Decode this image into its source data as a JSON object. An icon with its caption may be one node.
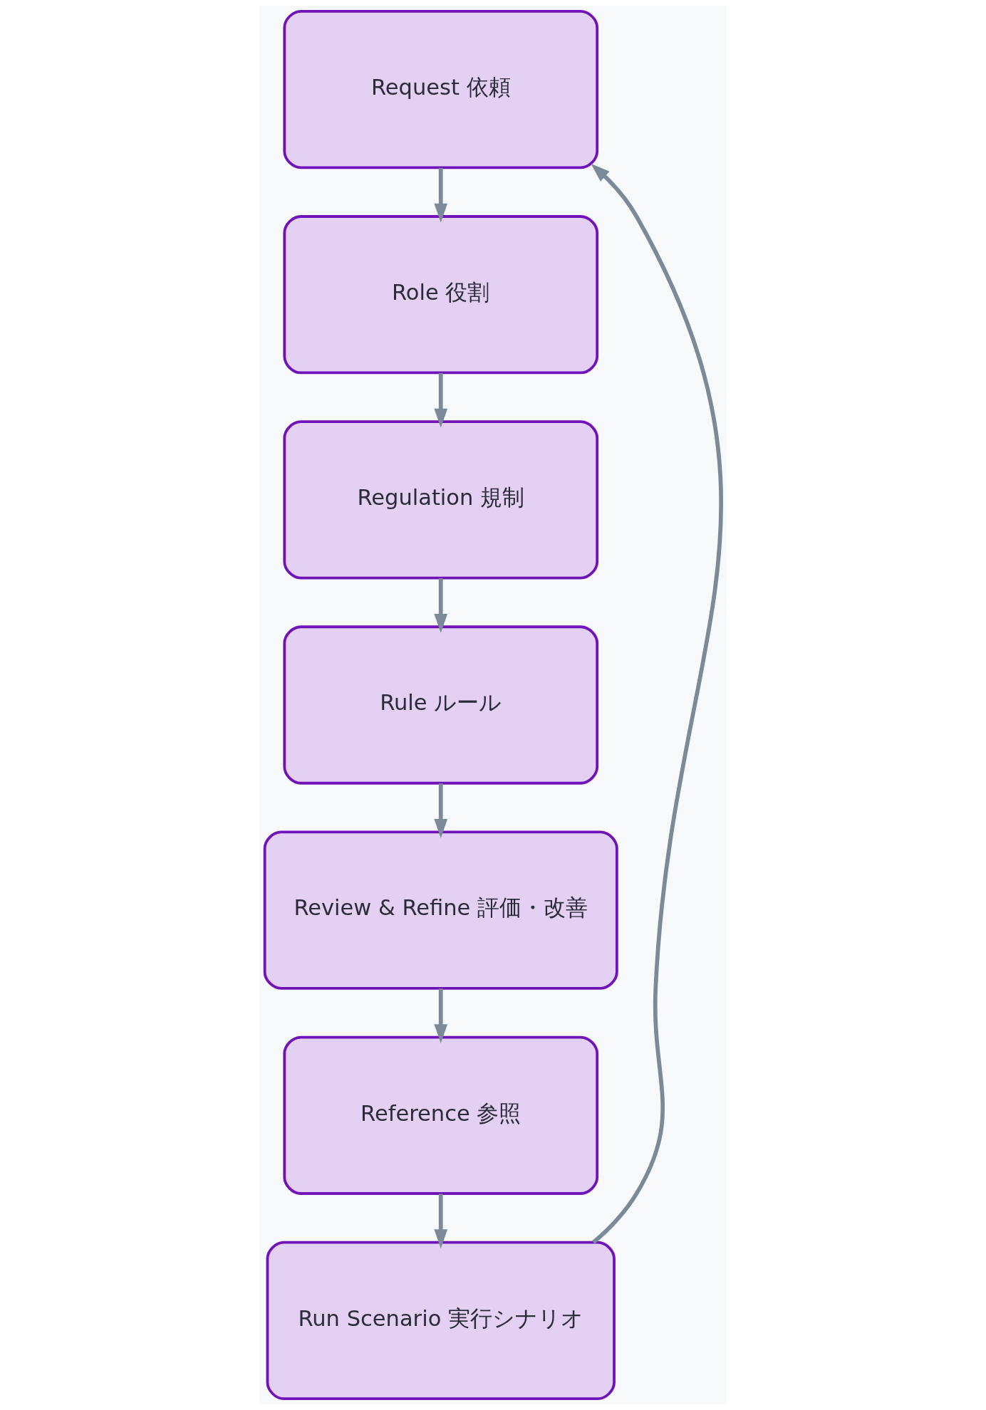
{
  "diagram": {
    "nodes": [
      {
        "text": [
          "Request 依頼"
        ]
      },
      {
        "text": [
          "Role 役割"
        ]
      },
      {
        "text": [
          "Regulation 規制"
        ]
      },
      {
        "text": [
          "Rule ルール"
        ]
      },
      {
        "text": [
          "Review & Refine 評価・改善"
        ]
      },
      {
        "text": [
          "Reference 参照"
        ]
      },
      {
        "text": [
          "Run Scenario 実行シナリオ"
        ]
      }
    ],
    "edges": [
      {
        "from": 0,
        "to": 1,
        "arrow": "to"
      },
      {
        "from": 1,
        "to": 2,
        "arrow": "to"
      },
      {
        "from": 2,
        "to": 3,
        "arrow": "to"
      },
      {
        "from": 3,
        "to": 4,
        "arrow": "to"
      },
      {
        "from": 4,
        "to": 5,
        "arrow": "to"
      },
      {
        "from": 5,
        "to": 6,
        "arrow": "to"
      },
      {
        "from": 6,
        "to": 0,
        "arrow": "to"
      }
    ]
  }
}
